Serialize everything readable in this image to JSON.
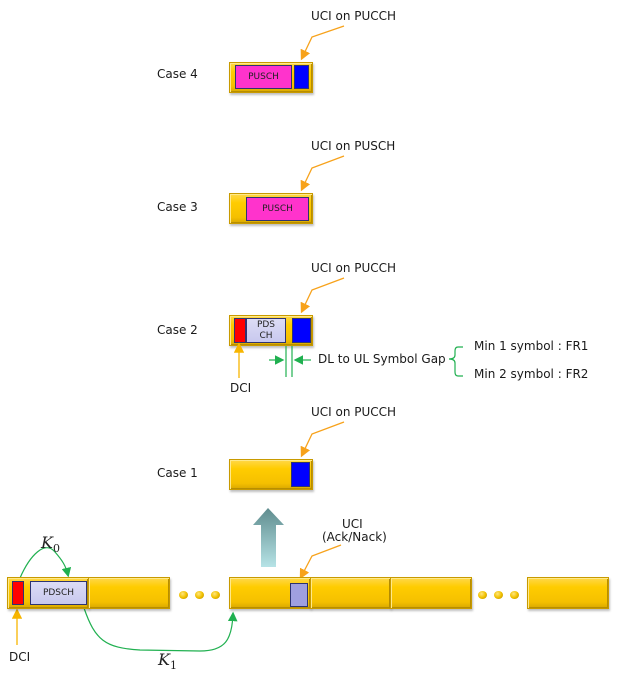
{
  "cases": [
    {
      "id": "case4",
      "label": "Case 4",
      "annotation": "UCI on PUCCH",
      "inner": [
        "PUSCH",
        "PUCCH"
      ]
    },
    {
      "id": "case3",
      "label": "Case 3",
      "annotation": "UCI on PUSCH",
      "inner": [
        "PUSCH"
      ]
    },
    {
      "id": "case2",
      "label": "Case 2",
      "annotation": "UCI on PUCCH",
      "inner": [
        "DCI",
        "PDSCH",
        "PUCCH"
      ],
      "pdsch_label_line1": "PDS",
      "pdsch_label_line2": "CH",
      "dci_label": "DCI",
      "gap_label": "DL to UL Symbol Gap",
      "gap_options": [
        "Min 1 symbol : FR1",
        "Min 2 symbol : FR2"
      ]
    },
    {
      "id": "case1",
      "label": "Case 1",
      "annotation": "UCI on PUCCH",
      "inner": [
        "PUCCH"
      ]
    }
  ],
  "pusch_label": "PUSCH",
  "timeline": {
    "pdsch_label": "PDSCH",
    "dci_label": "DCI",
    "uci_label_line1": "UCI",
    "uci_label_line2": "(Ack/Nack)",
    "k0_main": "K",
    "k0_sub": "0",
    "k1_main": "K",
    "k1_sub": "1"
  },
  "colors": {
    "slot": "#ffcc00",
    "pusch": "#ff33cc",
    "pucch": "#0000ff",
    "dci": "#ff0000",
    "pdsch": "#c8c8ee",
    "uci": "#9f9fdf",
    "annotation_arrow": "#f7a21b",
    "timing_arrow": "#20b050"
  }
}
